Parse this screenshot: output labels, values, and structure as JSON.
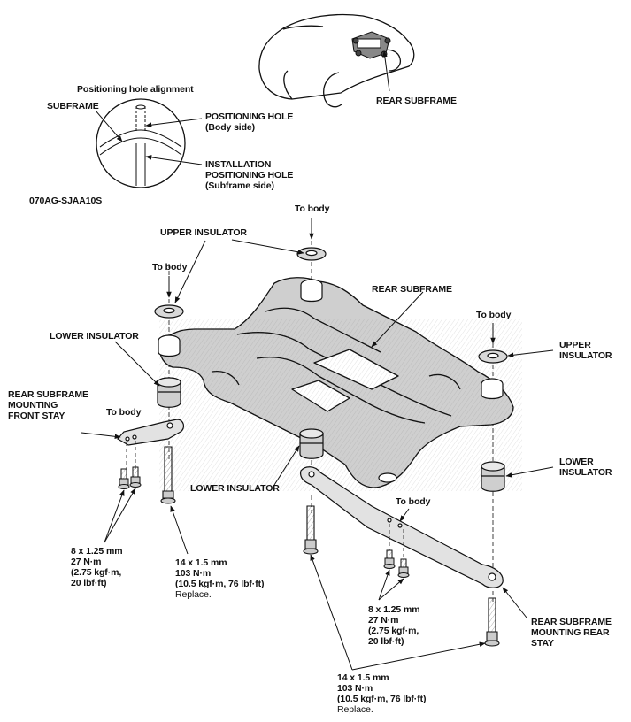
{
  "inset": {
    "title": "Positioning hole alignment",
    "subframe": "SUBFRAME",
    "positioning_hole": [
      "POSITIONING HOLE",
      "(Body side)"
    ],
    "installation_hole": [
      "INSTALLATION",
      "POSITIONING HOLE",
      "(Subframe side)"
    ]
  },
  "figure_code": "070AG-SJAA10S",
  "car_label": "REAR SUBFRAME",
  "labels": {
    "to_body_top": "To body",
    "upper_insulator_left": "UPPER INSULATOR",
    "to_body_left": "To body",
    "rear_subframe": "REAR SUBFRAME",
    "to_body_right": "To body",
    "upper_insulator_right": [
      "UPPER",
      "INSULATOR"
    ],
    "lower_insulator_left": "LOWER INSULATOR",
    "front_stay": [
      "REAR SUBFRAME",
      "MOUNTING",
      "FRONT STAY"
    ],
    "to_body_front_stay": "To body",
    "lower_insulator_center": "LOWER INSULATOR",
    "lower_insulator_right": [
      "LOWER",
      "INSULATOR"
    ],
    "to_body_rear_stay": "To body",
    "rear_stay": [
      "REAR SUBFRAME",
      "MOUNTING REAR",
      "STAY"
    ]
  },
  "specs": {
    "bolt_small_left": [
      "8 x 1.25 mm",
      "27 N·m",
      "(2.75 kgf·m,",
      "20 lbf·ft)"
    ],
    "bolt_large_left": [
      "14 x 1.5 mm",
      "103 N·m",
      "(10.5 kgf·m, 76 lbf·ft)",
      "Replace."
    ],
    "bolt_small_right": [
      "8 x 1.25 mm",
      "27 N·m",
      "(2.75 kgf·m,",
      "20 lbf·ft)"
    ],
    "bolt_large_bottom": [
      "14 x 1.5 mm",
      "103 N·m",
      "(10.5 kgf·m, 76 lbf·ft)",
      "Replace."
    ]
  }
}
